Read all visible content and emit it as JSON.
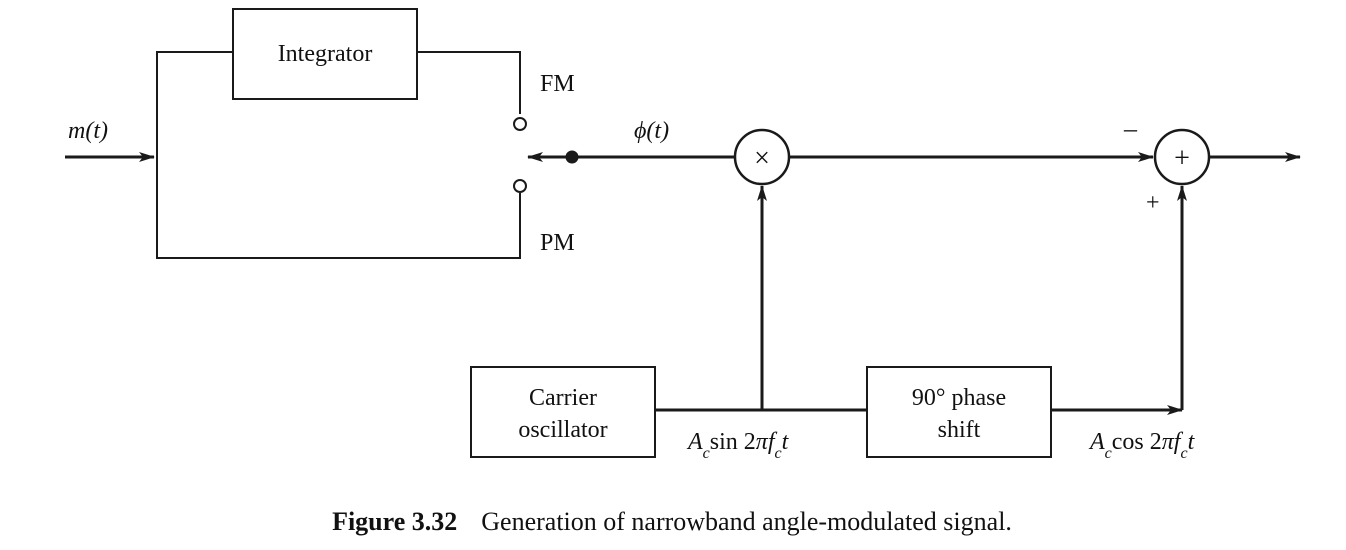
{
  "blocks": {
    "integrator": "Integrator",
    "carrier_line1": "Carrier",
    "carrier_line2": "oscillator",
    "phase_line1": "90° phase",
    "phase_line2": "shift"
  },
  "symbols": {
    "multiplier": "×",
    "adder": "+"
  },
  "labels": {
    "input": "m(t)",
    "phi": "ϕ(t)",
    "fm": "FM",
    "pm": "PM",
    "minus": "–",
    "plus": "+",
    "sin_signal": "Acsin 2πfct",
    "cos_signal": "Accos 2πfct"
  },
  "caption": {
    "number": "Figure 3.32",
    "text": "Generation of narrowband angle-modulated signal."
  }
}
